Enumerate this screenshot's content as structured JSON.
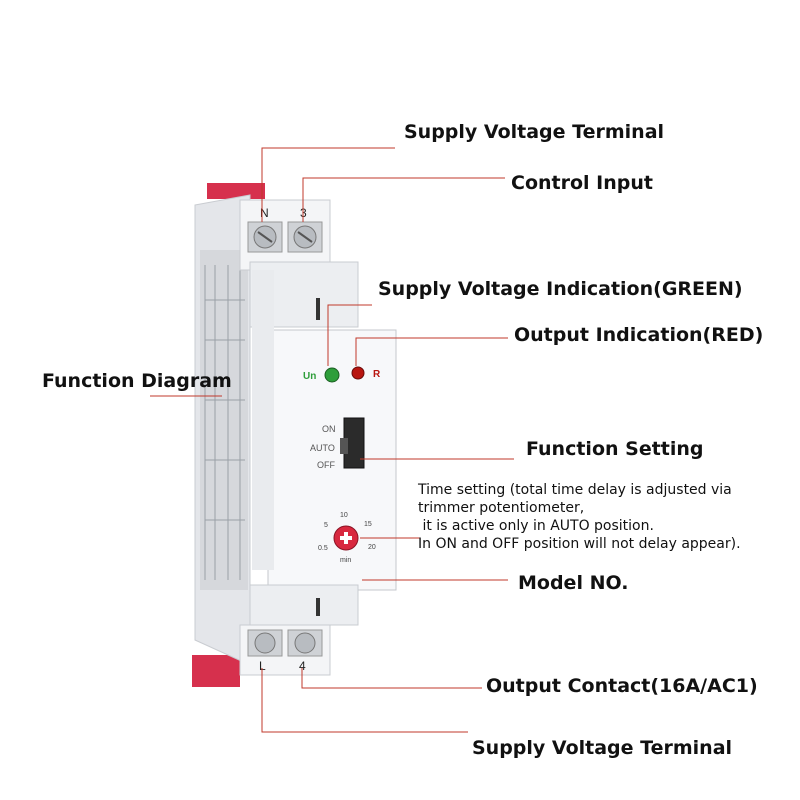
{
  "labels": {
    "supply_top": "Supply Voltage Terminal",
    "control_input": "Control Input",
    "supply_indication": "Supply Voltage Indication(GREEN)",
    "output_indication": "Output Indication(RED)",
    "function_diagram": "Function Diagram",
    "function_setting": "Function Setting",
    "time_setting_lines": [
      "Time setting (total time delay is adjusted via",
      "trimmer potentiometer,",
      " it is active only in AUTO position.",
      "In ON and OFF position will not delay appear)."
    ],
    "model_no": "Model NO.",
    "output_contact": "Output Contact(16A/AC1)",
    "supply_bottom": "Supply Voltage Terminal"
  },
  "device": {
    "terminal_top_left": "N",
    "terminal_top_right": "3",
    "terminal_bottom_left": "L",
    "terminal_bottom_right": "4",
    "led_green_label": "Un",
    "led_red_label": "R",
    "switch_positions": [
      "ON",
      "AUTO",
      "OFF"
    ],
    "dial_marks": [
      "10",
      "15",
      "5",
      "20",
      "0.5"
    ],
    "dial_unit": "min"
  },
  "colors": {
    "leader_line": "#c0392b",
    "led_green": "#2e9e3a",
    "led_red": "#b8150f",
    "dial_red": "#d8283f",
    "clip_pink": "#d6304d"
  }
}
